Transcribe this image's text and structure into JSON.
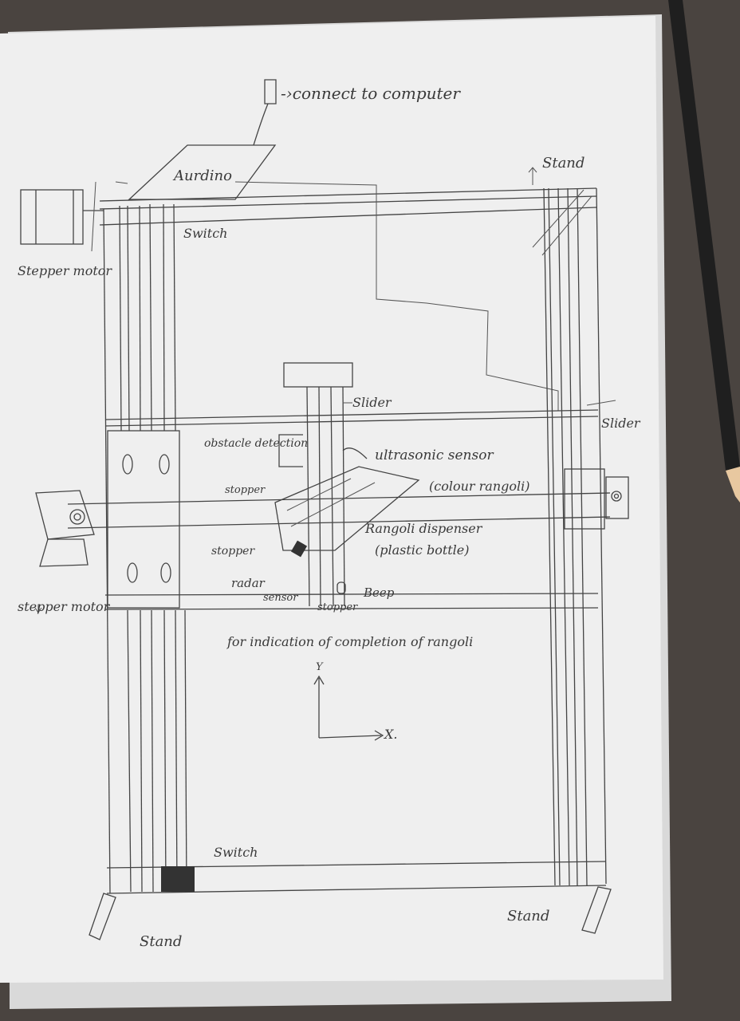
{
  "labels": {
    "connect": "-›connect to computer",
    "arduino": "Aurdino",
    "switch_top": "Switch",
    "stand_top": "Stand",
    "stepper_top": "Stepper motor",
    "slider_1": "Slider",
    "slider_2": "Slider",
    "obstacle": "obstacle detection",
    "ultrasonic": "ultrasonic sensor",
    "colour": "(colour rangoli)",
    "stopper_1": "stopper",
    "dispenser_1": "Rangoli dispenser",
    "dispenser_2": "(plastic bottle)",
    "stopper_2": "stopper",
    "radar": "radar",
    "sensor": "sensor",
    "stopper_3": "stopper",
    "beep": "Beep",
    "stepper_bottom": "stepper motor",
    "indication": "for indication of completion of rangoli",
    "axis_y": "Y",
    "axis_x": "X.",
    "switch_bottom": "Switch",
    "stand_bottom_left": "Stand",
    "stand_bottom_right": "Stand"
  },
  "colors": {
    "paper": "#f2f2f2",
    "pencil": "#444444",
    "background": "#4a4440"
  }
}
